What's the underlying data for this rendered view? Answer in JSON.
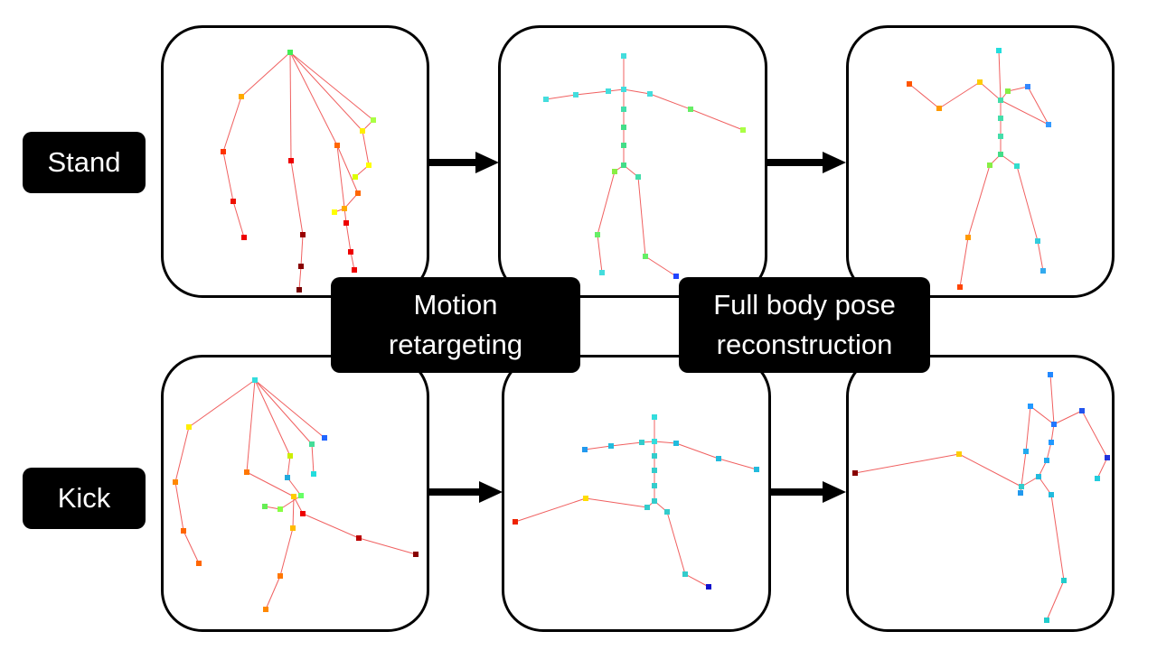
{
  "row_labels": {
    "stand": "Stand",
    "kick": "Kick"
  },
  "stage_labels": {
    "retargeting": [
      "Motion",
      "retargeting"
    ],
    "reconstruction": [
      "Full body pose",
      "reconstruction"
    ]
  },
  "colors": {
    "bone": "#f06060",
    "box": "#000000",
    "text": "#ffffff"
  },
  "skeletons": [
    {
      "id": "stand-source",
      "nodes": [
        [
          318,
          55,
          "#44ee55"
        ],
        [
          264,
          104,
          "#ffaa00"
        ],
        [
          244,
          165,
          "#ff3300"
        ],
        [
          255,
          220,
          "#ee1100"
        ],
        [
          267,
          260,
          "#ee0000"
        ],
        [
          319,
          175,
          "#ee0000"
        ],
        [
          332,
          257,
          "#990000"
        ],
        [
          330,
          292,
          "#880000"
        ],
        [
          328,
          318,
          "#770000"
        ],
        [
          370,
          158,
          "#ff6600"
        ],
        [
          393,
          211,
          "#ff6600"
        ],
        [
          378,
          228,
          "#ffaa00"
        ],
        [
          367,
          232,
          "#ffff00"
        ],
        [
          380,
          244,
          "#ee0000"
        ],
        [
          385,
          276,
          "#ee0000"
        ],
        [
          389,
          296,
          "#ee0000"
        ],
        [
          410,
          130,
          "#aaff44"
        ],
        [
          398,
          142,
          "#ffee00"
        ],
        [
          405,
          180,
          "#ffff00"
        ],
        [
          390,
          193,
          "#ddff00"
        ]
      ],
      "edges": [
        [
          0,
          1
        ],
        [
          1,
          2
        ],
        [
          2,
          3
        ],
        [
          3,
          4
        ],
        [
          0,
          5
        ],
        [
          5,
          6
        ],
        [
          6,
          7
        ],
        [
          7,
          8
        ],
        [
          0,
          9
        ],
        [
          9,
          10
        ],
        [
          10,
          11
        ],
        [
          11,
          12
        ],
        [
          9,
          13
        ],
        [
          13,
          14
        ],
        [
          14,
          15
        ],
        [
          0,
          16
        ],
        [
          16,
          17
        ],
        [
          17,
          18
        ],
        [
          18,
          19
        ],
        [
          0,
          17
        ]
      ]
    },
    {
      "id": "stand-retarget",
      "nodes": [
        [
          687,
          59,
          "#44dddd"
        ],
        [
          687,
          96,
          "#44dddd"
        ],
        [
          670,
          98,
          "#44dddd"
        ],
        [
          634,
          102,
          "#44dddd"
        ],
        [
          601,
          107,
          "#44dddd"
        ],
        [
          716,
          101,
          "#44dddd"
        ],
        [
          761,
          118,
          "#66ee66"
        ],
        [
          819,
          141,
          "#aaff44"
        ],
        [
          687,
          118,
          "#44ddaa"
        ],
        [
          687,
          138,
          "#44dd88"
        ],
        [
          687,
          158,
          "#44dd88"
        ],
        [
          687,
          180,
          "#44dd88"
        ],
        [
          677,
          187,
          "#88ee44"
        ],
        [
          658,
          257,
          "#66ee66"
        ],
        [
          663,
          299,
          "#44dddd"
        ],
        [
          703,
          193,
          "#44ddaa"
        ],
        [
          711,
          281,
          "#66ee66"
        ],
        [
          745,
          303,
          "#2244ff"
        ]
      ],
      "edges": [
        [
          0,
          1
        ],
        [
          1,
          2
        ],
        [
          2,
          3
        ],
        [
          3,
          4
        ],
        [
          1,
          5
        ],
        [
          5,
          6
        ],
        [
          6,
          7
        ],
        [
          1,
          8
        ],
        [
          8,
          9
        ],
        [
          9,
          10
        ],
        [
          10,
          11
        ],
        [
          11,
          12
        ],
        [
          12,
          13
        ],
        [
          13,
          14
        ],
        [
          11,
          15
        ],
        [
          15,
          16
        ],
        [
          16,
          17
        ]
      ]
    },
    {
      "id": "stand-reconstruct",
      "nodes": [
        [
          1102,
          53,
          "#22dddd"
        ],
        [
          1104,
          108,
          "#44ddaa"
        ],
        [
          1081,
          88,
          "#ffcc00"
        ],
        [
          1036,
          117,
          "#ff9900"
        ],
        [
          1003,
          90,
          "#ff5500"
        ],
        [
          1112,
          98,
          "#88ee44"
        ],
        [
          1134,
          93,
          "#3388ff"
        ],
        [
          1157,
          135,
          "#3399ff"
        ],
        [
          1104,
          128,
          "#44ddaa"
        ],
        [
          1104,
          148,
          "#44ddaa"
        ],
        [
          1104,
          168,
          "#44dd88"
        ],
        [
          1092,
          180,
          "#88ee44"
        ],
        [
          1068,
          260,
          "#ff9900"
        ],
        [
          1059,
          315,
          "#ff4400"
        ],
        [
          1122,
          181,
          "#33ddcc"
        ],
        [
          1145,
          264,
          "#33ccdd"
        ],
        [
          1151,
          297,
          "#33aaee"
        ]
      ],
      "edges": [
        [
          0,
          1
        ],
        [
          1,
          2
        ],
        [
          2,
          3
        ],
        [
          3,
          4
        ],
        [
          1,
          5
        ],
        [
          5,
          6
        ],
        [
          6,
          7
        ],
        [
          1,
          7
        ],
        [
          1,
          8
        ],
        [
          8,
          9
        ],
        [
          9,
          10
        ],
        [
          10,
          11
        ],
        [
          11,
          12
        ],
        [
          12,
          13
        ],
        [
          10,
          14
        ],
        [
          14,
          15
        ],
        [
          15,
          16
        ]
      ]
    },
    {
      "id": "kick-source",
      "nodes": [
        [
          279,
          418,
          "#33dddd"
        ],
        [
          206,
          470,
          "#ffee00"
        ],
        [
          191,
          531,
          "#ff8800"
        ],
        [
          200,
          585,
          "#ff6600"
        ],
        [
          217,
          621,
          "#ff6600"
        ],
        [
          270,
          520,
          "#ff7700"
        ],
        [
          322,
          547,
          "#ffcc00"
        ],
        [
          321,
          582,
          "#ffbb00"
        ],
        [
          307,
          635,
          "#ff7700"
        ],
        [
          291,
          672,
          "#ff8800"
        ],
        [
          318,
          502,
          "#ccee00"
        ],
        [
          315,
          526,
          "#22aadd"
        ],
        [
          330,
          546,
          "#66ff66"
        ],
        [
          307,
          561,
          "#88ff44"
        ],
        [
          290,
          558,
          "#66ee55"
        ],
        [
          342,
          489,
          "#44dd99"
        ],
        [
          344,
          522,
          "#22dddd"
        ],
        [
          356,
          482,
          "#2266ff"
        ],
        [
          332,
          566,
          "#ee0000"
        ],
        [
          394,
          593,
          "#bb0000"
        ],
        [
          457,
          611,
          "#880000"
        ]
      ],
      "edges": [
        [
          0,
          1
        ],
        [
          1,
          2
        ],
        [
          2,
          3
        ],
        [
          3,
          4
        ],
        [
          0,
          5
        ],
        [
          5,
          6
        ],
        [
          6,
          7
        ],
        [
          7,
          8
        ],
        [
          8,
          9
        ],
        [
          0,
          10
        ],
        [
          10,
          11
        ],
        [
          11,
          12
        ],
        [
          12,
          13
        ],
        [
          13,
          14
        ],
        [
          0,
          15
        ],
        [
          15,
          16
        ],
        [
          0,
          17
        ],
        [
          6,
          18
        ],
        [
          18,
          19
        ],
        [
          19,
          20
        ]
      ]
    },
    {
      "id": "kick-retarget",
      "nodes": [
        [
          721,
          459,
          "#33dddd"
        ],
        [
          721,
          486,
          "#33dddd"
        ],
        [
          707,
          487,
          "#33cccc"
        ],
        [
          673,
          491,
          "#22bbdd"
        ],
        [
          644,
          495,
          "#2299ee"
        ],
        [
          745,
          488,
          "#22bbdd"
        ],
        [
          792,
          505,
          "#22bbdd"
        ],
        [
          834,
          517,
          "#22bbdd"
        ],
        [
          721,
          502,
          "#33cccc"
        ],
        [
          721,
          518,
          "#33cccc"
        ],
        [
          721,
          535,
          "#33cccc"
        ],
        [
          721,
          552,
          "#33cccc"
        ],
        [
          713,
          559,
          "#33cccc"
        ],
        [
          645,
          549,
          "#ffdd00"
        ],
        [
          567,
          575,
          "#ee2200"
        ],
        [
          735,
          564,
          "#33cccc"
        ],
        [
          755,
          633,
          "#33cccc"
        ],
        [
          781,
          647,
          "#1111cc"
        ]
      ],
      "edges": [
        [
          0,
          1
        ],
        [
          1,
          2
        ],
        [
          2,
          3
        ],
        [
          3,
          4
        ],
        [
          1,
          5
        ],
        [
          5,
          6
        ],
        [
          6,
          7
        ],
        [
          1,
          8
        ],
        [
          8,
          9
        ],
        [
          9,
          10
        ],
        [
          10,
          11
        ],
        [
          11,
          12
        ],
        [
          12,
          13
        ],
        [
          13,
          14
        ],
        [
          11,
          15
        ],
        [
          15,
          16
        ],
        [
          16,
          17
        ]
      ]
    },
    {
      "id": "kick-reconstruct",
      "nodes": [
        [
          1159,
          412,
          "#2288ff"
        ],
        [
          1163,
          467,
          "#2277ff"
        ],
        [
          1137,
          447,
          "#2299ff"
        ],
        [
          1132,
          497,
          "#22aaee"
        ],
        [
          1126,
          543,
          "#2299ee"
        ],
        [
          1194,
          452,
          "#2255ee"
        ],
        [
          1222,
          504,
          "#2233dd"
        ],
        [
          1211,
          527,
          "#22ccdd"
        ],
        [
          1160,
          487,
          "#2299ff"
        ],
        [
          1155,
          507,
          "#22aaee"
        ],
        [
          1146,
          525,
          "#22bbdd"
        ],
        [
          1127,
          536,
          "#33cccc"
        ],
        [
          1058,
          500,
          "#ffcc00"
        ],
        [
          943,
          521,
          "#880000"
        ],
        [
          1160,
          545,
          "#22bbdd"
        ],
        [
          1174,
          640,
          "#22cccc"
        ],
        [
          1155,
          684,
          "#22cccc"
        ]
      ],
      "edges": [
        [
          0,
          1
        ],
        [
          1,
          2
        ],
        [
          2,
          3
        ],
        [
          3,
          4
        ],
        [
          1,
          5
        ],
        [
          5,
          6
        ],
        [
          6,
          7
        ],
        [
          1,
          8
        ],
        [
          8,
          9
        ],
        [
          9,
          10
        ],
        [
          10,
          11
        ],
        [
          11,
          12
        ],
        [
          12,
          13
        ],
        [
          10,
          14
        ],
        [
          14,
          15
        ],
        [
          15,
          16
        ]
      ]
    }
  ]
}
